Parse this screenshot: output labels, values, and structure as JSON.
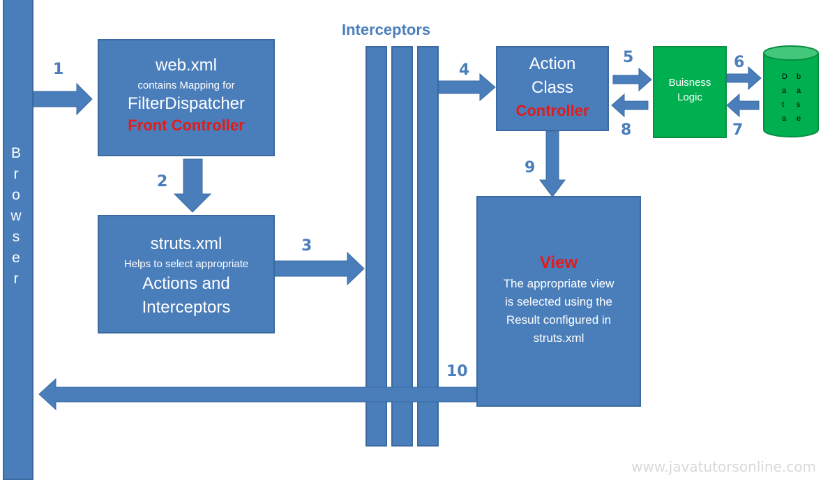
{
  "browser": {
    "label": "Browser",
    "letters": [
      "B",
      "r",
      "o",
      "w",
      "s",
      "e",
      "r"
    ]
  },
  "webxml": {
    "title": "web.xml",
    "subtitle": "contains Mapping for",
    "name": "FilterDispatcher",
    "role": "Front Controller"
  },
  "strutsxml": {
    "title": "struts.xml",
    "subtitle": "Helps to select  appropriate",
    "line1": "Actions and",
    "line2": "Interceptors"
  },
  "interceptors": {
    "label": "Interceptors"
  },
  "action": {
    "line1": "Action",
    "line2": "Class",
    "role": "Controller"
  },
  "business": {
    "line1": "Buisness",
    "line2": "Logic"
  },
  "database": {
    "col1": [
      "D",
      "a",
      "t",
      "a"
    ],
    "col2": [
      "b",
      "a",
      "s",
      "e"
    ]
  },
  "view": {
    "title": "View",
    "line1": "The appropriate view",
    "line2": "is selected using the",
    "line3": "Result  configured in",
    "line4": "struts.xml"
  },
  "steps": [
    "1",
    "2",
    "3",
    "4",
    "5",
    "6",
    "7",
    "8",
    "9",
    "10"
  ],
  "colors": {
    "box": "#4a7ebb",
    "business": "#00b050",
    "accent_red": "#e21b1b"
  },
  "watermark": "www.javatutorsonline.com"
}
